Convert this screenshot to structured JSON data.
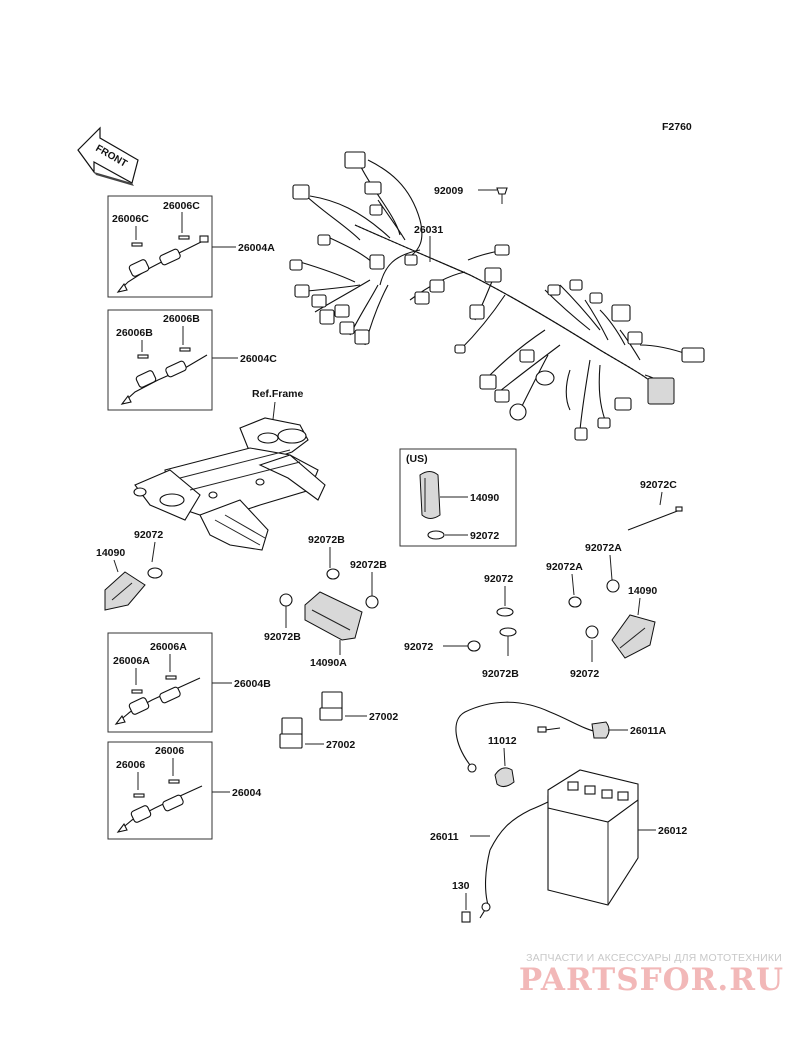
{
  "diagram": {
    "figure_code": "F2760",
    "front_label": "FRONT",
    "ref_frame_label": "Ref.Frame",
    "us_label": "(US)",
    "parts": {
      "p92009": "92009",
      "p26031": "26031",
      "p26006C_a": "26006C",
      "p26006C_b": "26006C",
      "p26004A": "26004A",
      "p26006B_a": "26006B",
      "p26006B_b": "26006B",
      "p26004C": "26004C",
      "p14090_us": "14090",
      "p92072_us": "92072",
      "p92072C": "92072C",
      "p92072_l": "92072",
      "p14090_l": "14090",
      "p92072B_1": "92072B",
      "p92072B_2": "92072B",
      "p92072B_3": "92072B",
      "p14090A": "14090A",
      "p92072_c1": "92072",
      "p92072_c2": "92072",
      "p92072B_c": "92072B",
      "p92072A_1": "92072A",
      "p92072A_2": "92072A",
      "p14090_r": "14090",
      "p92072_r": "92072",
      "p26006A_a": "26006A",
      "p26006A_b": "26006A",
      "p26004B": "26004B",
      "p27002_a": "27002",
      "p27002_b": "27002",
      "p26006_a": "26006",
      "p26006_b": "26006",
      "p26004": "26004",
      "p11012": "11012",
      "p26011A": "26011A",
      "p26011": "26011",
      "p26012": "26012",
      "p130": "130"
    }
  },
  "watermark": {
    "tagline": "ЗАПЧАСТИ И АКСЕССУАРЫ ДЛЯ МОТОТЕХНИКИ",
    "logo": "PARTSFOR.RU"
  }
}
